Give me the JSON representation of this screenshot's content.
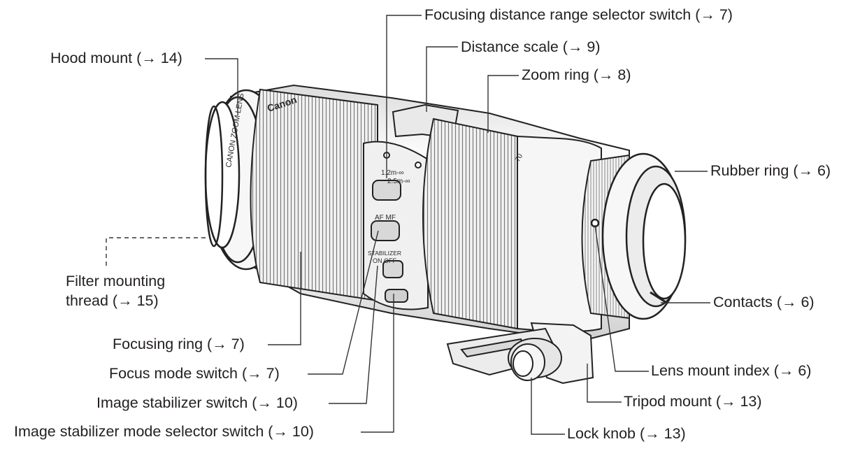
{
  "callouts": {
    "focus_range_switch": "Focusing distance range selector switch (→ 7)",
    "distance_scale": "Distance scale (→ 9)",
    "hood_mount": "Hood mount (→ 14)",
    "zoom_ring": "Zoom ring (→ 8)",
    "rubber_ring": "Rubber ring (→ 6)",
    "filter_thread_line1": "Filter mounting",
    "filter_thread_line2": "thread (→ 15)",
    "contacts": "Contacts (→ 6)",
    "focusing_ring": "Focusing ring (→ 7)",
    "lens_mount_index": "Lens mount index (→ 6)",
    "focus_mode_switch": "Focus mode switch (→ 7)",
    "stabilizer_switch": "Image stabilizer switch (→ 10)",
    "tripod_mount": "Tripod mount (→ 13)",
    "stabilizer_mode_switch": "Image stabilizer mode selector switch (→ 10)",
    "lock_knob": "Lock knob (→ 13)"
  },
  "lens_markings": {
    "brand": "Canon",
    "front_ring_text": "CANON ZOOM LENS",
    "range_top": "1.2m-∞",
    "range_bottom": "2.5m-∞",
    "focus_mode": "AF MF",
    "stabilizer": "STABILIZER",
    "stabilizer_states": "ON OFF",
    "zoom_mark": "70"
  },
  "colors": {
    "ink": "#231f20",
    "lens_body": "#f4f4f4",
    "ring_shade": "#e2e2e2",
    "leader": "#333333"
  }
}
